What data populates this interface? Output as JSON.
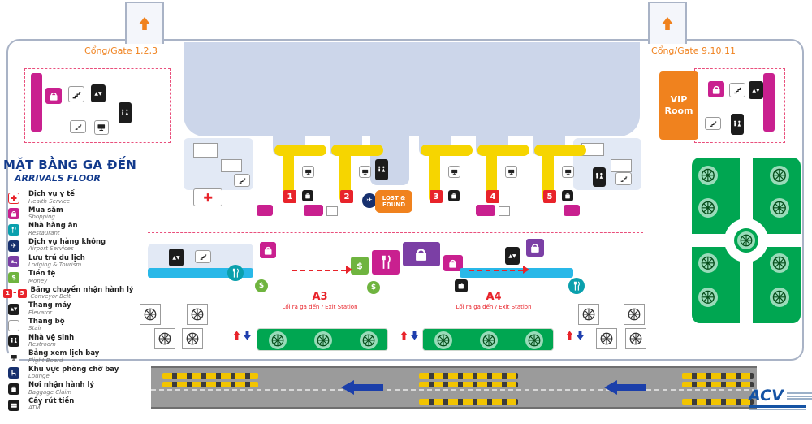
{
  "title": {
    "vi": "MẶT BẰNG GA ĐẾN",
    "en": "ARRIVALS FLOOR"
  },
  "gates": {
    "left": "Cổng/Gate 1,2,3",
    "right": "Cổng/Gate 9,10,11"
  },
  "vip": "VIP Room",
  "lost_found": {
    "line1": "LOST &",
    "line2": "FOUND"
  },
  "carousels": [
    "1",
    "2",
    "3",
    "4",
    "5"
  ],
  "exits": [
    {
      "code": "A3",
      "label": "Lối ra ga đến / Exit Station"
    },
    {
      "code": "A4",
      "label": "Lối ra ga đến / Exit Station"
    }
  ],
  "legend": {
    "conveyor": {
      "from": "1",
      "to": "5"
    },
    "items": [
      {
        "icon": "medical-cross",
        "vi": "Dịch vụ y tế",
        "en": "Health Service"
      },
      {
        "icon": "shopping-bag",
        "vi": "Mua sắm",
        "en": "Shopping"
      },
      {
        "icon": "restaurant",
        "vi": "Nhà hàng ăn",
        "en": "Restaurant"
      },
      {
        "icon": "airplane",
        "vi": "Dịch vụ hàng không",
        "en": "Airport Services"
      },
      {
        "icon": "bed",
        "vi": "Lưu trú du lịch",
        "en": "Lodging & Tourism"
      },
      {
        "icon": "dollar",
        "vi": "Tiền tệ",
        "en": "Money"
      },
      {
        "icon": "conveyor-range",
        "vi": "Băng chuyền nhận hành lý",
        "en": "Conveyor Belt"
      },
      {
        "icon": "elevator",
        "vi": "Thang máy",
        "en": "Elevator"
      },
      {
        "icon": "stairs",
        "vi": "Thang bộ",
        "en": "Stair"
      },
      {
        "icon": "restroom",
        "vi": "Nhà vệ sinh",
        "en": "Restroom"
      },
      {
        "icon": "flight-board",
        "vi": "Bảng xem lịch bay",
        "en": "Flight Board"
      },
      {
        "icon": "lounge-seat",
        "vi": "Khu vực phòng chờ bay",
        "en": "Lounge"
      },
      {
        "icon": "baggage",
        "vi": "Nơi nhận hành lý",
        "en": "Baggage Claim"
      },
      {
        "icon": "atm-card",
        "vi": "Cây rút tiền",
        "en": "ATM"
      }
    ]
  },
  "logo": {
    "text": "ACV"
  },
  "colors": {
    "accent_orange": "#f0821e",
    "magenta": "#c9208f",
    "purple": "#7b3fa5",
    "teal": "#0aa0ad",
    "navy": "#17306e",
    "money_green": "#6fb43f",
    "garden_green": "#00a651",
    "carousel_yellow": "#f6d500",
    "alert_red": "#e8232a",
    "walkway_cyan": "#29b8e8",
    "logo_blue": "#1553a4"
  }
}
